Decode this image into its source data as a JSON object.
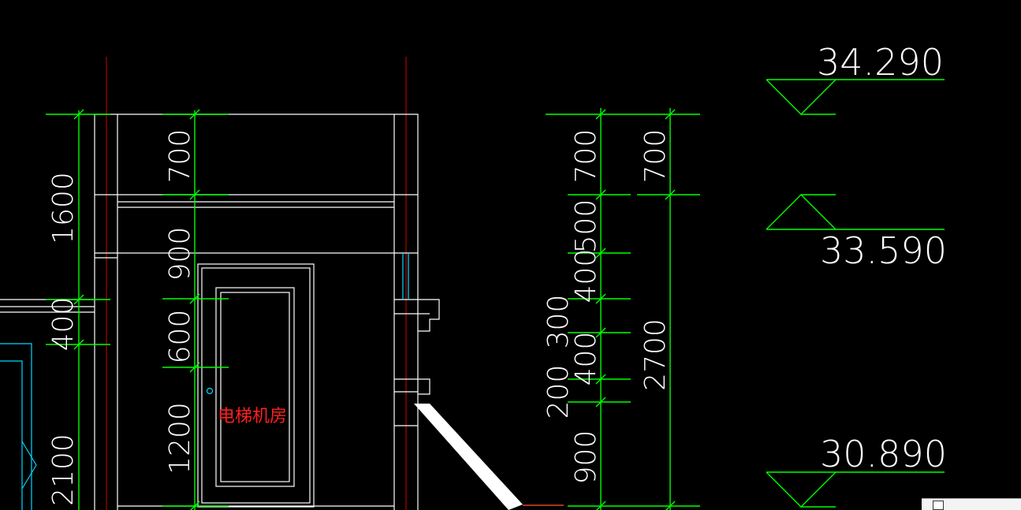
{
  "drawing": {
    "dimensions": {
      "left_column": [
        "1600",
        "400",
        "2100"
      ],
      "inner_column": [
        "700",
        "900",
        "600",
        "1200"
      ],
      "right_column_a": [
        "700",
        "500",
        "400",
        "400",
        "900"
      ],
      "right_column_b": [
        "700",
        "2700"
      ],
      "stair_column": [
        "300",
        "200"
      ]
    },
    "room_label": "电梯机房",
    "elevations": [
      "34.290",
      "33.590",
      "30.890"
    ]
  },
  "colors": {
    "background": "#000000",
    "dimension_lines": "#00ff00",
    "walls": "#ffffff",
    "axis_lines": "#b00000",
    "glass_lines": "#00d8ff",
    "label": "#ff2020"
  }
}
